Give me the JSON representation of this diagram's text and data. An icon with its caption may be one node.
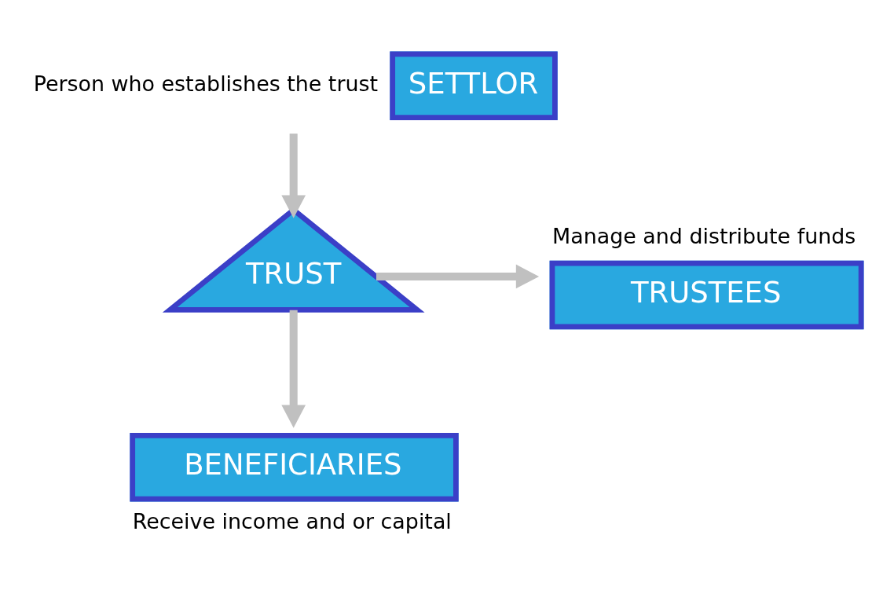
{
  "diagram": {
    "nodes": [
      {
        "text": [
          "SETTLOR"
        ],
        "beside": [
          "Person who establishes the trust"
        ]
      },
      {
        "text": [
          "TRUST"
        ]
      },
      {
        "text": [
          "TRUSTEES"
        ],
        "beside": [
          "Manage and distribute funds"
        ]
      },
      {
        "text": [
          "BENEFICIARIES"
        ],
        "beside": [
          "Receive income and or capital"
        ]
      }
    ],
    "edges": [
      {
        "from": 0,
        "to": 1,
        "arrow": "to"
      },
      {
        "from": 1,
        "to": 2,
        "arrow": "to"
      },
      {
        "from": 1,
        "to": 3,
        "arrow": "to"
      }
    ]
  }
}
